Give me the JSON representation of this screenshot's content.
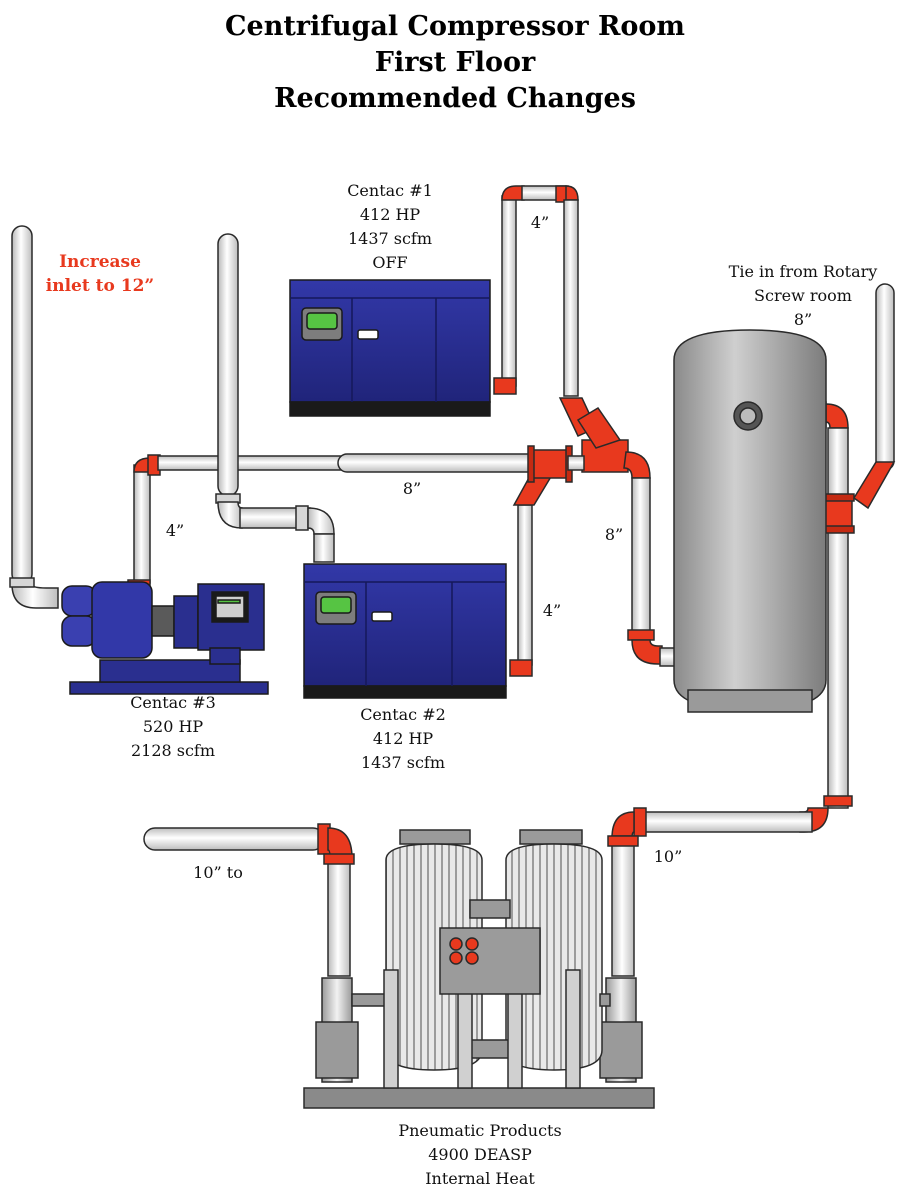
{
  "title": {
    "line1": "Centrifugal Compressor Room",
    "line2": "First Floor",
    "line3": "Recommended Changes"
  },
  "annotation": {
    "line1": "Increase",
    "line2": "inlet to 12”"
  },
  "centac1": {
    "name": "Centac #1",
    "hp": "412 HP",
    "flow": "1437 scfm",
    "status": "OFF"
  },
  "centac2": {
    "name": "Centac #2",
    "hp": "412 HP",
    "flow": "1437 scfm"
  },
  "centac3": {
    "name": "Centac #3",
    "hp": "520 HP",
    "flow": "2128 scfm"
  },
  "rotary_tie": {
    "line1": "Tie in from Rotary",
    "line2": "Screw room",
    "size": "8”"
  },
  "dryer": {
    "line1": "Pneumatic Products",
    "line2": "4900 DEASP",
    "line3": "Internal Heat"
  },
  "pipe_labels": {
    "c1_4in": "4”",
    "c3_4in": "4”",
    "c2_4in": "4”",
    "header_8in": "8”",
    "tank_8in": "8”",
    "outlet_10in": "10”",
    "to_10in": "10” to"
  },
  "colors": {
    "pipe": "#e4e4e4",
    "pipe_outline": "#2a2a2a",
    "fitting_red": "#e8391e",
    "compressor_blue": "#2a2f8f",
    "tank_gray": "#a9a9a9",
    "annotation_red": "#e8391e"
  }
}
